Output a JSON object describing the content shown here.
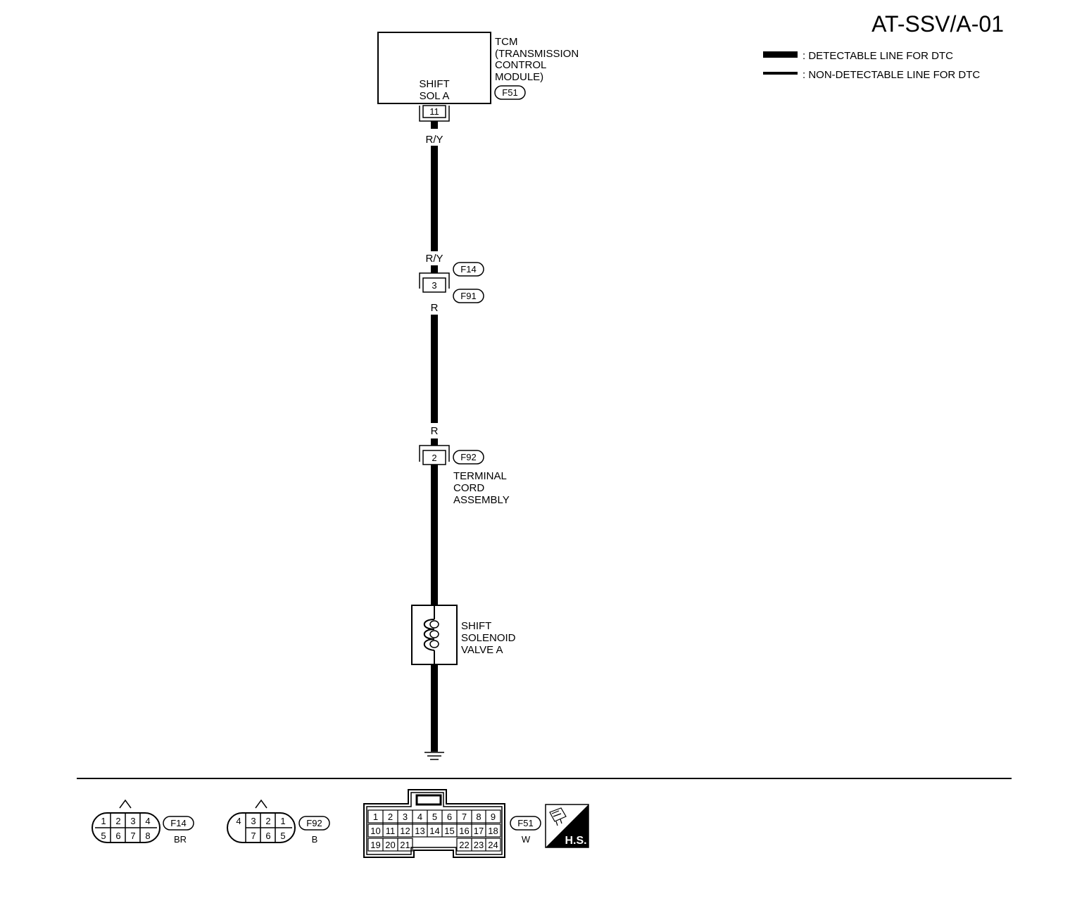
{
  "title": "AT-SSV/A-01",
  "legend": {
    "detectable": ": DETECTABLE LINE FOR DTC",
    "non_detectable": ": NON-DETECTABLE LINE FOR DTC"
  },
  "tcm": {
    "name_lines": [
      "TCM",
      "(TRANSMISSION",
      "CONTROL",
      "MODULE)"
    ],
    "terminal_label_lines": [
      "SHIFT",
      "SOL A"
    ],
    "terminal_no": "11",
    "connector": "F51"
  },
  "wire_colors": {
    "upper_top": "R/Y",
    "upper_bottom": "R/Y",
    "lower_top": "R",
    "lower_bottom": "R"
  },
  "junction": {
    "pin": "3",
    "connector_top": "F14",
    "connector_bottom": "F91"
  },
  "terminal_cord": {
    "pin": "2",
    "connector": "F92",
    "name_lines": [
      "TERMINAL",
      "CORD",
      "ASSEMBLY"
    ]
  },
  "solenoid": {
    "name_lines": [
      "SHIFT",
      "SOLENOID",
      "VALVE A"
    ]
  },
  "connector_views": {
    "f14": {
      "id": "F14",
      "color": "BR",
      "row1": [
        "1",
        "2",
        "3",
        "4"
      ],
      "row2": [
        "5",
        "6",
        "7",
        "8"
      ]
    },
    "f92": {
      "id": "F92",
      "color": "B",
      "row1": [
        "4",
        "3",
        "2",
        "1"
      ],
      "row2": [
        "7",
        "6",
        "5"
      ]
    },
    "f51": {
      "id": "F51",
      "color": "W",
      "row1": [
        "1",
        "2",
        "3",
        "4",
        "5",
        "6",
        "7",
        "8",
        "9"
      ],
      "row2": [
        "10",
        "11",
        "12",
        "13",
        "14",
        "15",
        "16",
        "17",
        "18"
      ],
      "row3": [
        "19",
        "20",
        "21",
        "22",
        "23",
        "24"
      ]
    }
  },
  "hs_badge": "H.S."
}
